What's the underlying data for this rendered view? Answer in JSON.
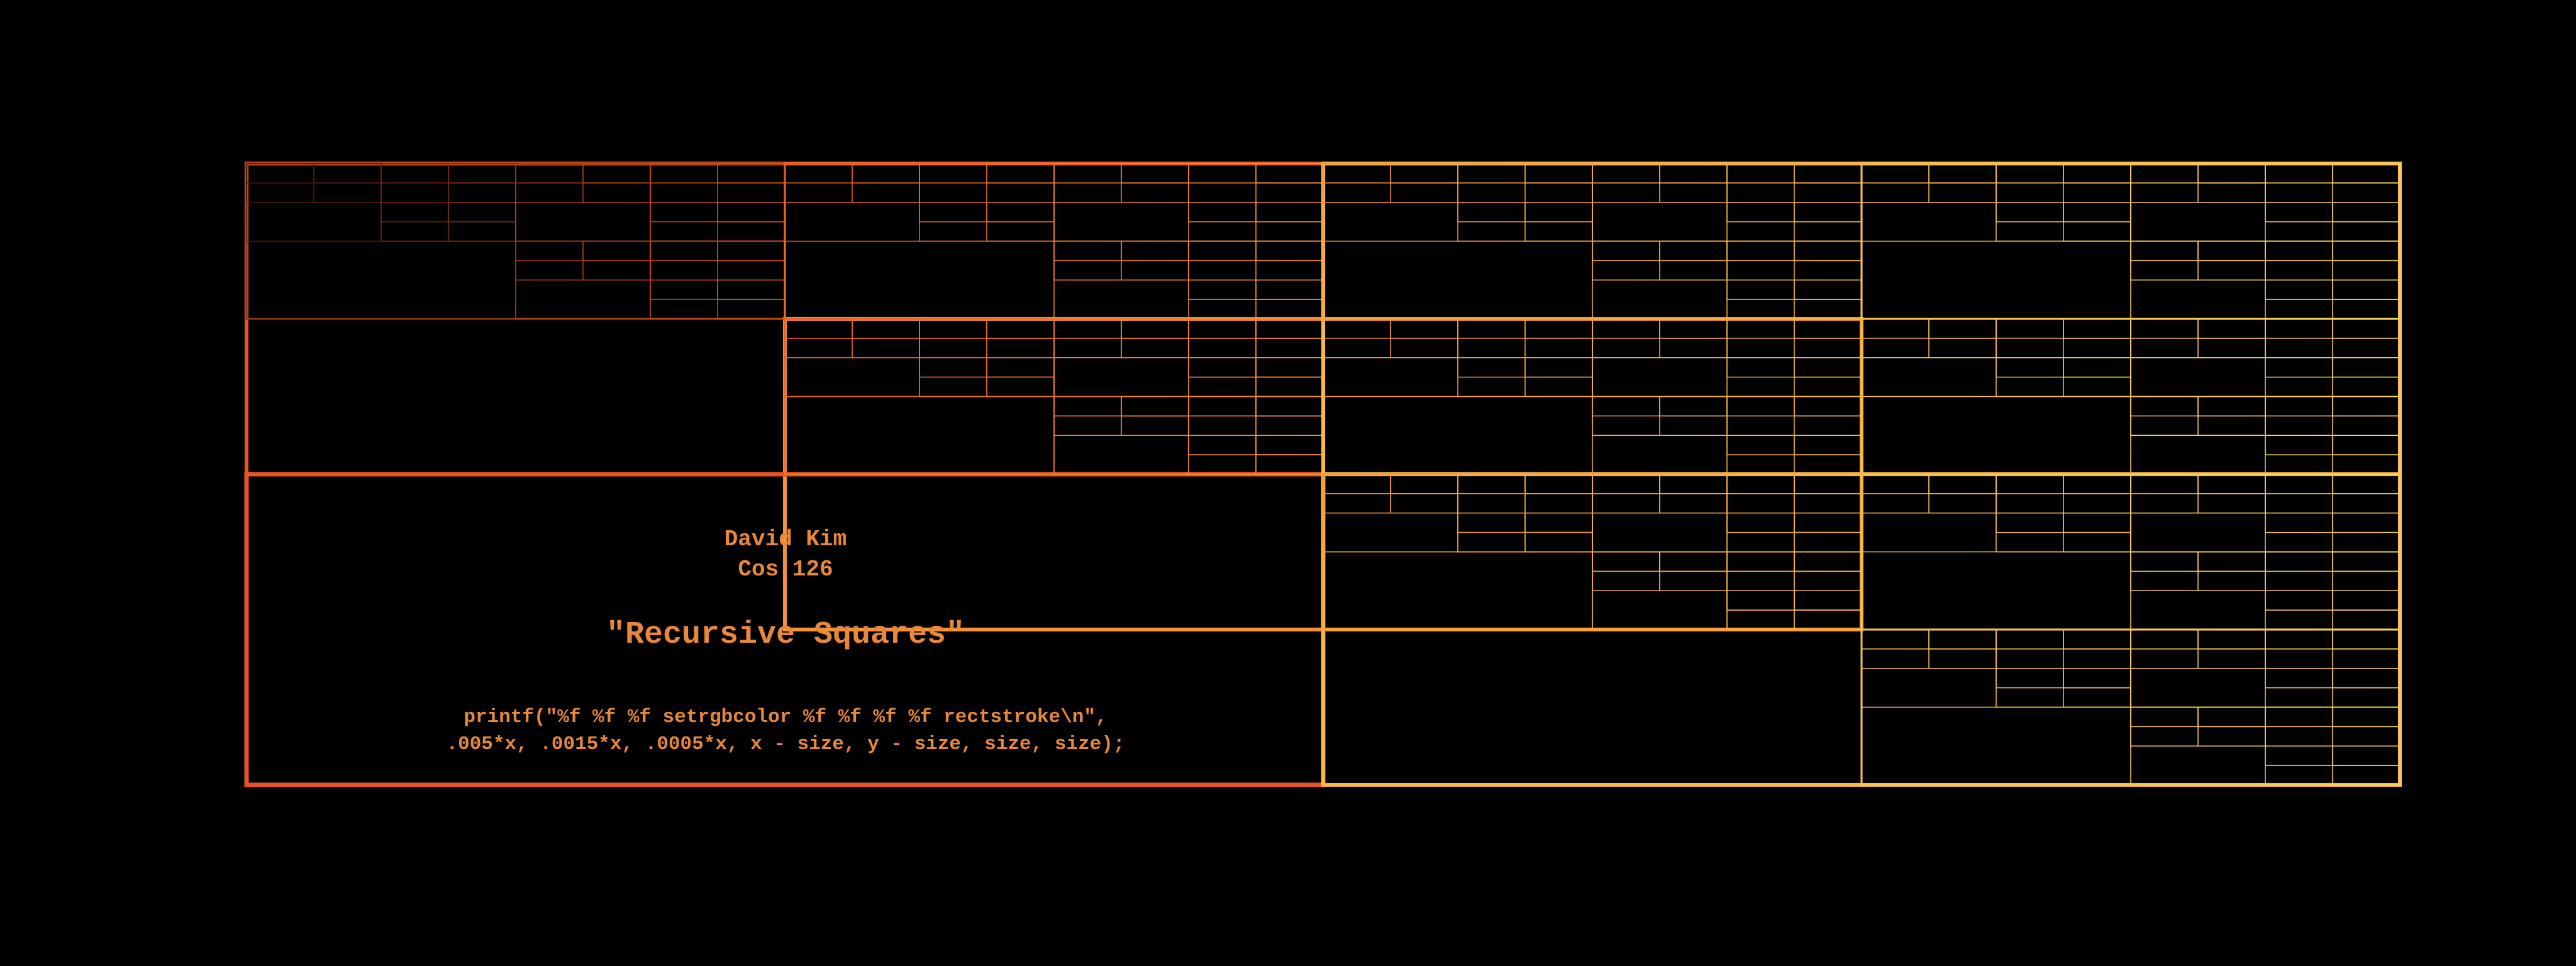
{
  "caption": {
    "author": "David Kim",
    "course": "Cos 126",
    "title": "\"Recursive Squares\"",
    "code_line_1": "printf(\"%f %f %f setrgbcolor %f %f %f %f rectstroke\\n\",",
    "code_line_2": ".005*x, .0015*x, .0005*x, x - size, y - size, size, size);"
  }
}
